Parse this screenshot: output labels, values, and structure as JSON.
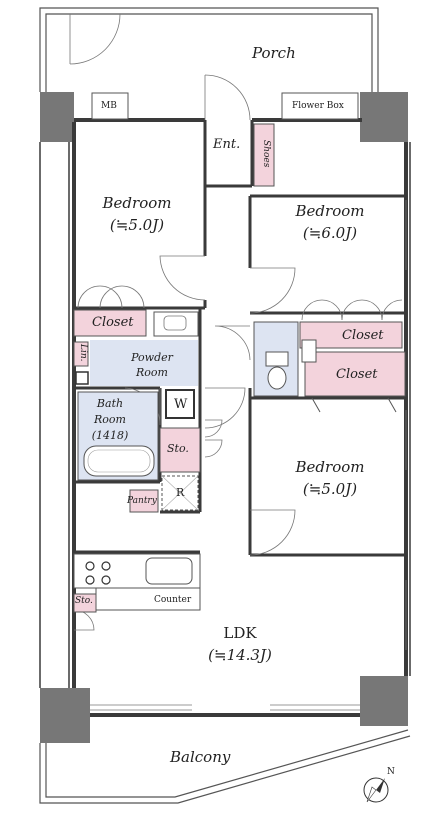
{
  "rooms": {
    "porch": "Porch",
    "mb": "MB",
    "flower_box": "Flower Box",
    "entrance": "Ent.",
    "shoes": "Shoes",
    "bedroom_west": {
      "name": "Bedroom",
      "size": "(≒5.0J)"
    },
    "bedroom_east": {
      "name": "Bedroom",
      "size": "(≒6.0J)"
    },
    "bedroom_south": {
      "name": "Bedroom",
      "size": "(≒5.0J)"
    },
    "closet_west": "Closet",
    "closet_east_1": "Closet",
    "closet_east_2": "Closet",
    "linen": "Lin.",
    "powder_room": {
      "line1": "Powder",
      "line2": "Room"
    },
    "washer": "W",
    "bath_room": {
      "line1": "Bath",
      "line2": "Room",
      "line3": "(1418)"
    },
    "storage": "Sto.",
    "refrigerator": "R",
    "pantry": "Pantry",
    "counter": "Counter",
    "storage_small": "Sto.",
    "ldk": {
      "name": "LDK",
      "size": "(≒14.3J)"
    },
    "balcony": "Balcony"
  },
  "compass": {
    "letter": "N"
  },
  "colors": {
    "wall": "#3a3a3a",
    "pillar": "#777777",
    "closet_fill": "#f3d3dc",
    "wet_fill": "#dde4f2",
    "line": "#555555"
  }
}
